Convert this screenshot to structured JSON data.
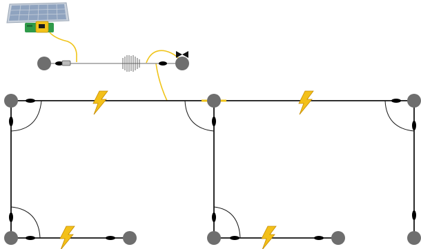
{
  "diagram": {
    "kind": "electric-fence-layout",
    "colors": {
      "background": "#ffffff",
      "post": "#6e6e6e",
      "wire": "#111111",
      "insulator": "#000000",
      "lead_wire": "#f0c419",
      "lightning": "#f3c019",
      "lightning_edge": "#c48a00",
      "energizer_body": "#2f9a4a",
      "energizer_lid": "#f2c21a",
      "panel_cell": "#8fa3bf",
      "panel_frame": "#c9d1dc",
      "spring": "#555555"
    },
    "icons": [
      "solar-panel-icon",
      "energizer-icon",
      "lightning-bolt-icon",
      "gate-handle-icon",
      "corner-post-icon",
      "insulator-icon",
      "tension-spring-icon"
    ],
    "paddocks": 2,
    "lightning_markers": 4
  }
}
